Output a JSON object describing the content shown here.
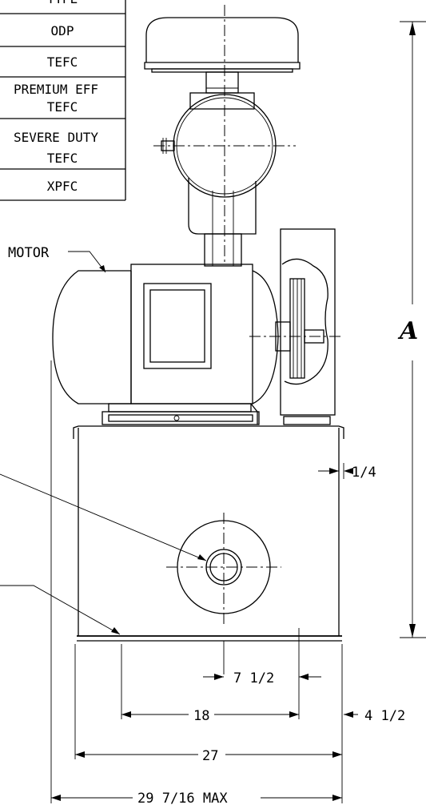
{
  "type_table": {
    "header": "TYPE",
    "rows": [
      {
        "line1": "ODP",
        "line2": ""
      },
      {
        "line1": "TEFC",
        "line2": ""
      },
      {
        "line1": "PREMIUM EFF",
        "line2": "TEFC"
      },
      {
        "line1": "SEVERE DUTY",
        "line2": "TEFC"
      },
      {
        "line1": "XPFC",
        "line2": ""
      }
    ]
  },
  "labels": {
    "motor": "MOTOR",
    "height_dim": "A"
  },
  "dimensions": {
    "wall": "1/4",
    "offset": "7 1/2",
    "inner_width": "18",
    "side": "4 1/2",
    "base_width": "27",
    "max_width": "29 7/16 MAX"
  }
}
